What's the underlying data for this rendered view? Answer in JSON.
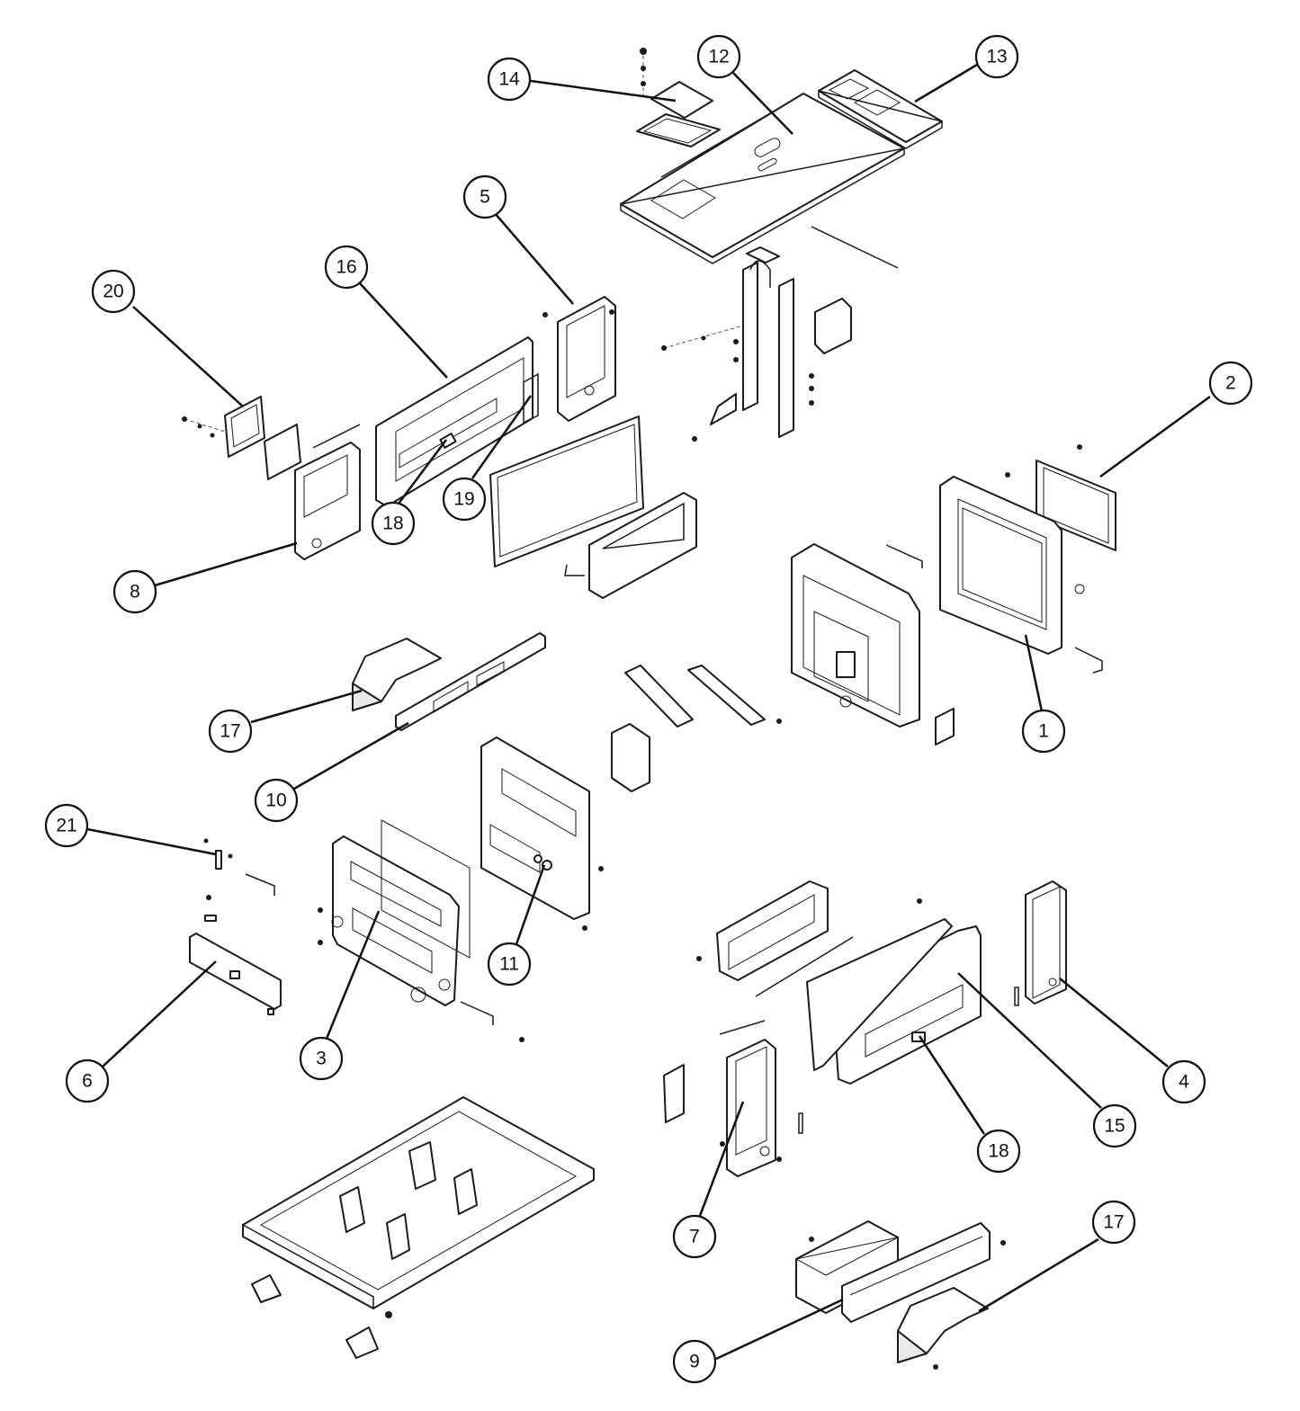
{
  "callouts": [
    {
      "label": "1"
    },
    {
      "label": "2"
    },
    {
      "label": "3"
    },
    {
      "label": "4"
    },
    {
      "label": "5"
    },
    {
      "label": "6"
    },
    {
      "label": "7"
    },
    {
      "label": "8"
    },
    {
      "label": "9"
    },
    {
      "label": "10"
    },
    {
      "label": "11"
    },
    {
      "label": "12"
    },
    {
      "label": "13"
    },
    {
      "label": "14"
    },
    {
      "label": "15"
    },
    {
      "label": "16"
    },
    {
      "label": "17"
    },
    {
      "label": "17"
    },
    {
      "label": "18"
    },
    {
      "label": "18"
    },
    {
      "label": "19"
    },
    {
      "label": "20"
    },
    {
      "label": "21"
    }
  ],
  "colors": {
    "ink": "#1a1a1a",
    "background": "#ffffff"
  }
}
